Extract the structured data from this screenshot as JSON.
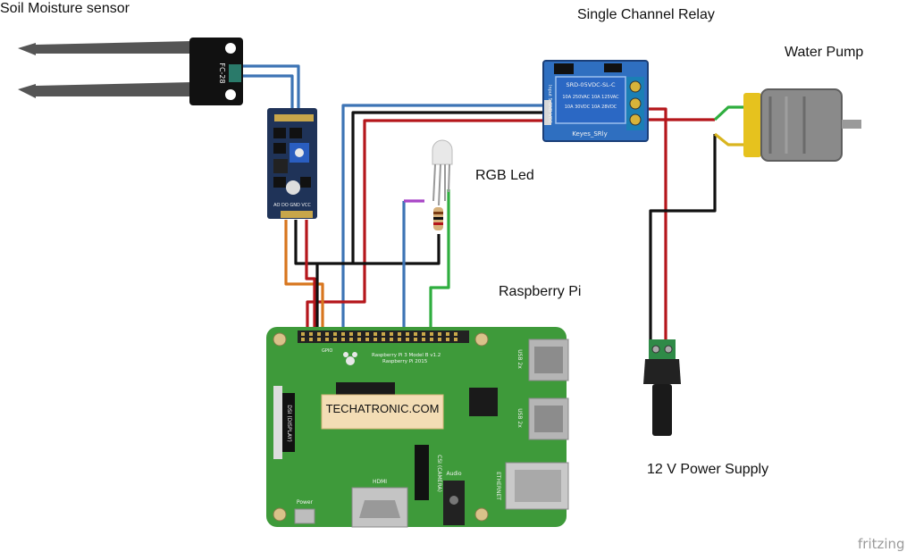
{
  "labels": {
    "soil_sensor": "Soil Moisture sensor",
    "relay": "Single Channel Relay",
    "pump": "Water Pump",
    "rgb_led": "RGB Led",
    "raspberry_pi": "Raspberry Pi",
    "power_supply": "12 V Power Supply",
    "fritzing": "fritzing"
  },
  "probe": {
    "model": "FC-28"
  },
  "sensor_module": {
    "pins": "AO DO GND VCC"
  },
  "relay_board": {
    "name": "Keyes_SRly",
    "coil": "SRD-05VDC-SL-C",
    "rating1": "10A 250VAC 10A 125VAC",
    "rating2": "10A 30VDC 10A 28VDC",
    "pin_labels": "Input S GND VCC"
  },
  "pi_board": {
    "model_line1": "Raspberry Pi 3 Model B v1.2",
    "model_line2": "Raspberry Pi 2015",
    "watermark": "TECHATRONIC.COM",
    "display": "DSI (DISPLAY)",
    "camera": "CSI (CAMERA)",
    "hdmi": "HDMI",
    "audio": "Audio",
    "power": "Power",
    "usb": "USB 2x",
    "ethernet": "ETHERNET",
    "gpio": "GPIO"
  },
  "colors": {
    "wire_blue": "#3d74b5",
    "wire_red": "#b5161b",
    "wire_black": "#111111",
    "wire_orange": "#d8761e",
    "wire_green": "#2fae3f",
    "wire_purple": "#a845c6",
    "pcb_green": "#3e9a3a",
    "relay_blue": "#2f6fc0",
    "module_navy": "#1f3358"
  }
}
